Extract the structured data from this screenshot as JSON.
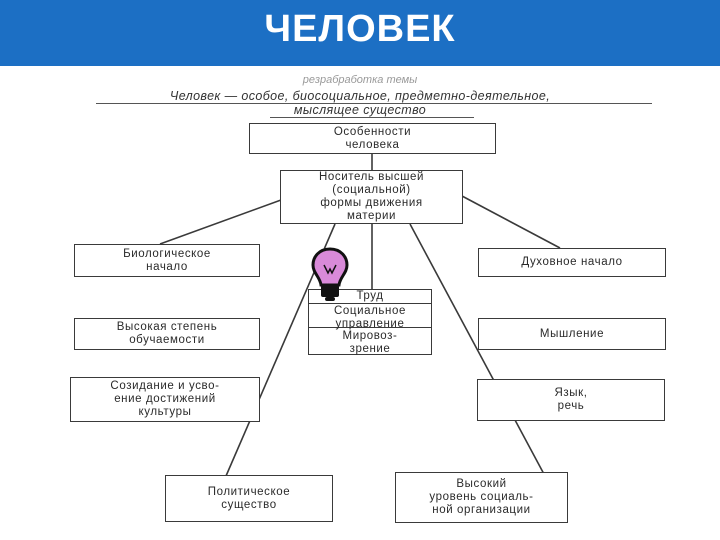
{
  "title": "ЧЕЛОВЕК",
  "header": {
    "line1": "резрабработка темы",
    "line2": "Человек — особое, биосоциальное, предметно-деятельное,",
    "line3": "мыслящее существо"
  },
  "boxes": {
    "features": "Особенности\nчеловека",
    "carrier": "Носитель высшей\n(социальной)\nформы движения\nматерии",
    "biological": "Биологическое\nначало",
    "spiritual": "Духовное начало",
    "learning": "Высокая степень\nобучаемости",
    "thinking": "Мышление",
    "culture": "Созидание и усво-\nение достижений\nкультуры",
    "language": "Язык,\nречь",
    "political": "Политическое\nсущество",
    "organization": "Высокий\nуровень социаль-\nной организации"
  },
  "center": {
    "labor": "Труд",
    "management": "Социальное\nуправление",
    "worldview": "Мировоз-\nзрение"
  },
  "colors": {
    "title_bar": "#1c6fc4",
    "bulb": "#d98ad9"
  },
  "icons": {
    "bulb": "lightbulb-icon"
  }
}
